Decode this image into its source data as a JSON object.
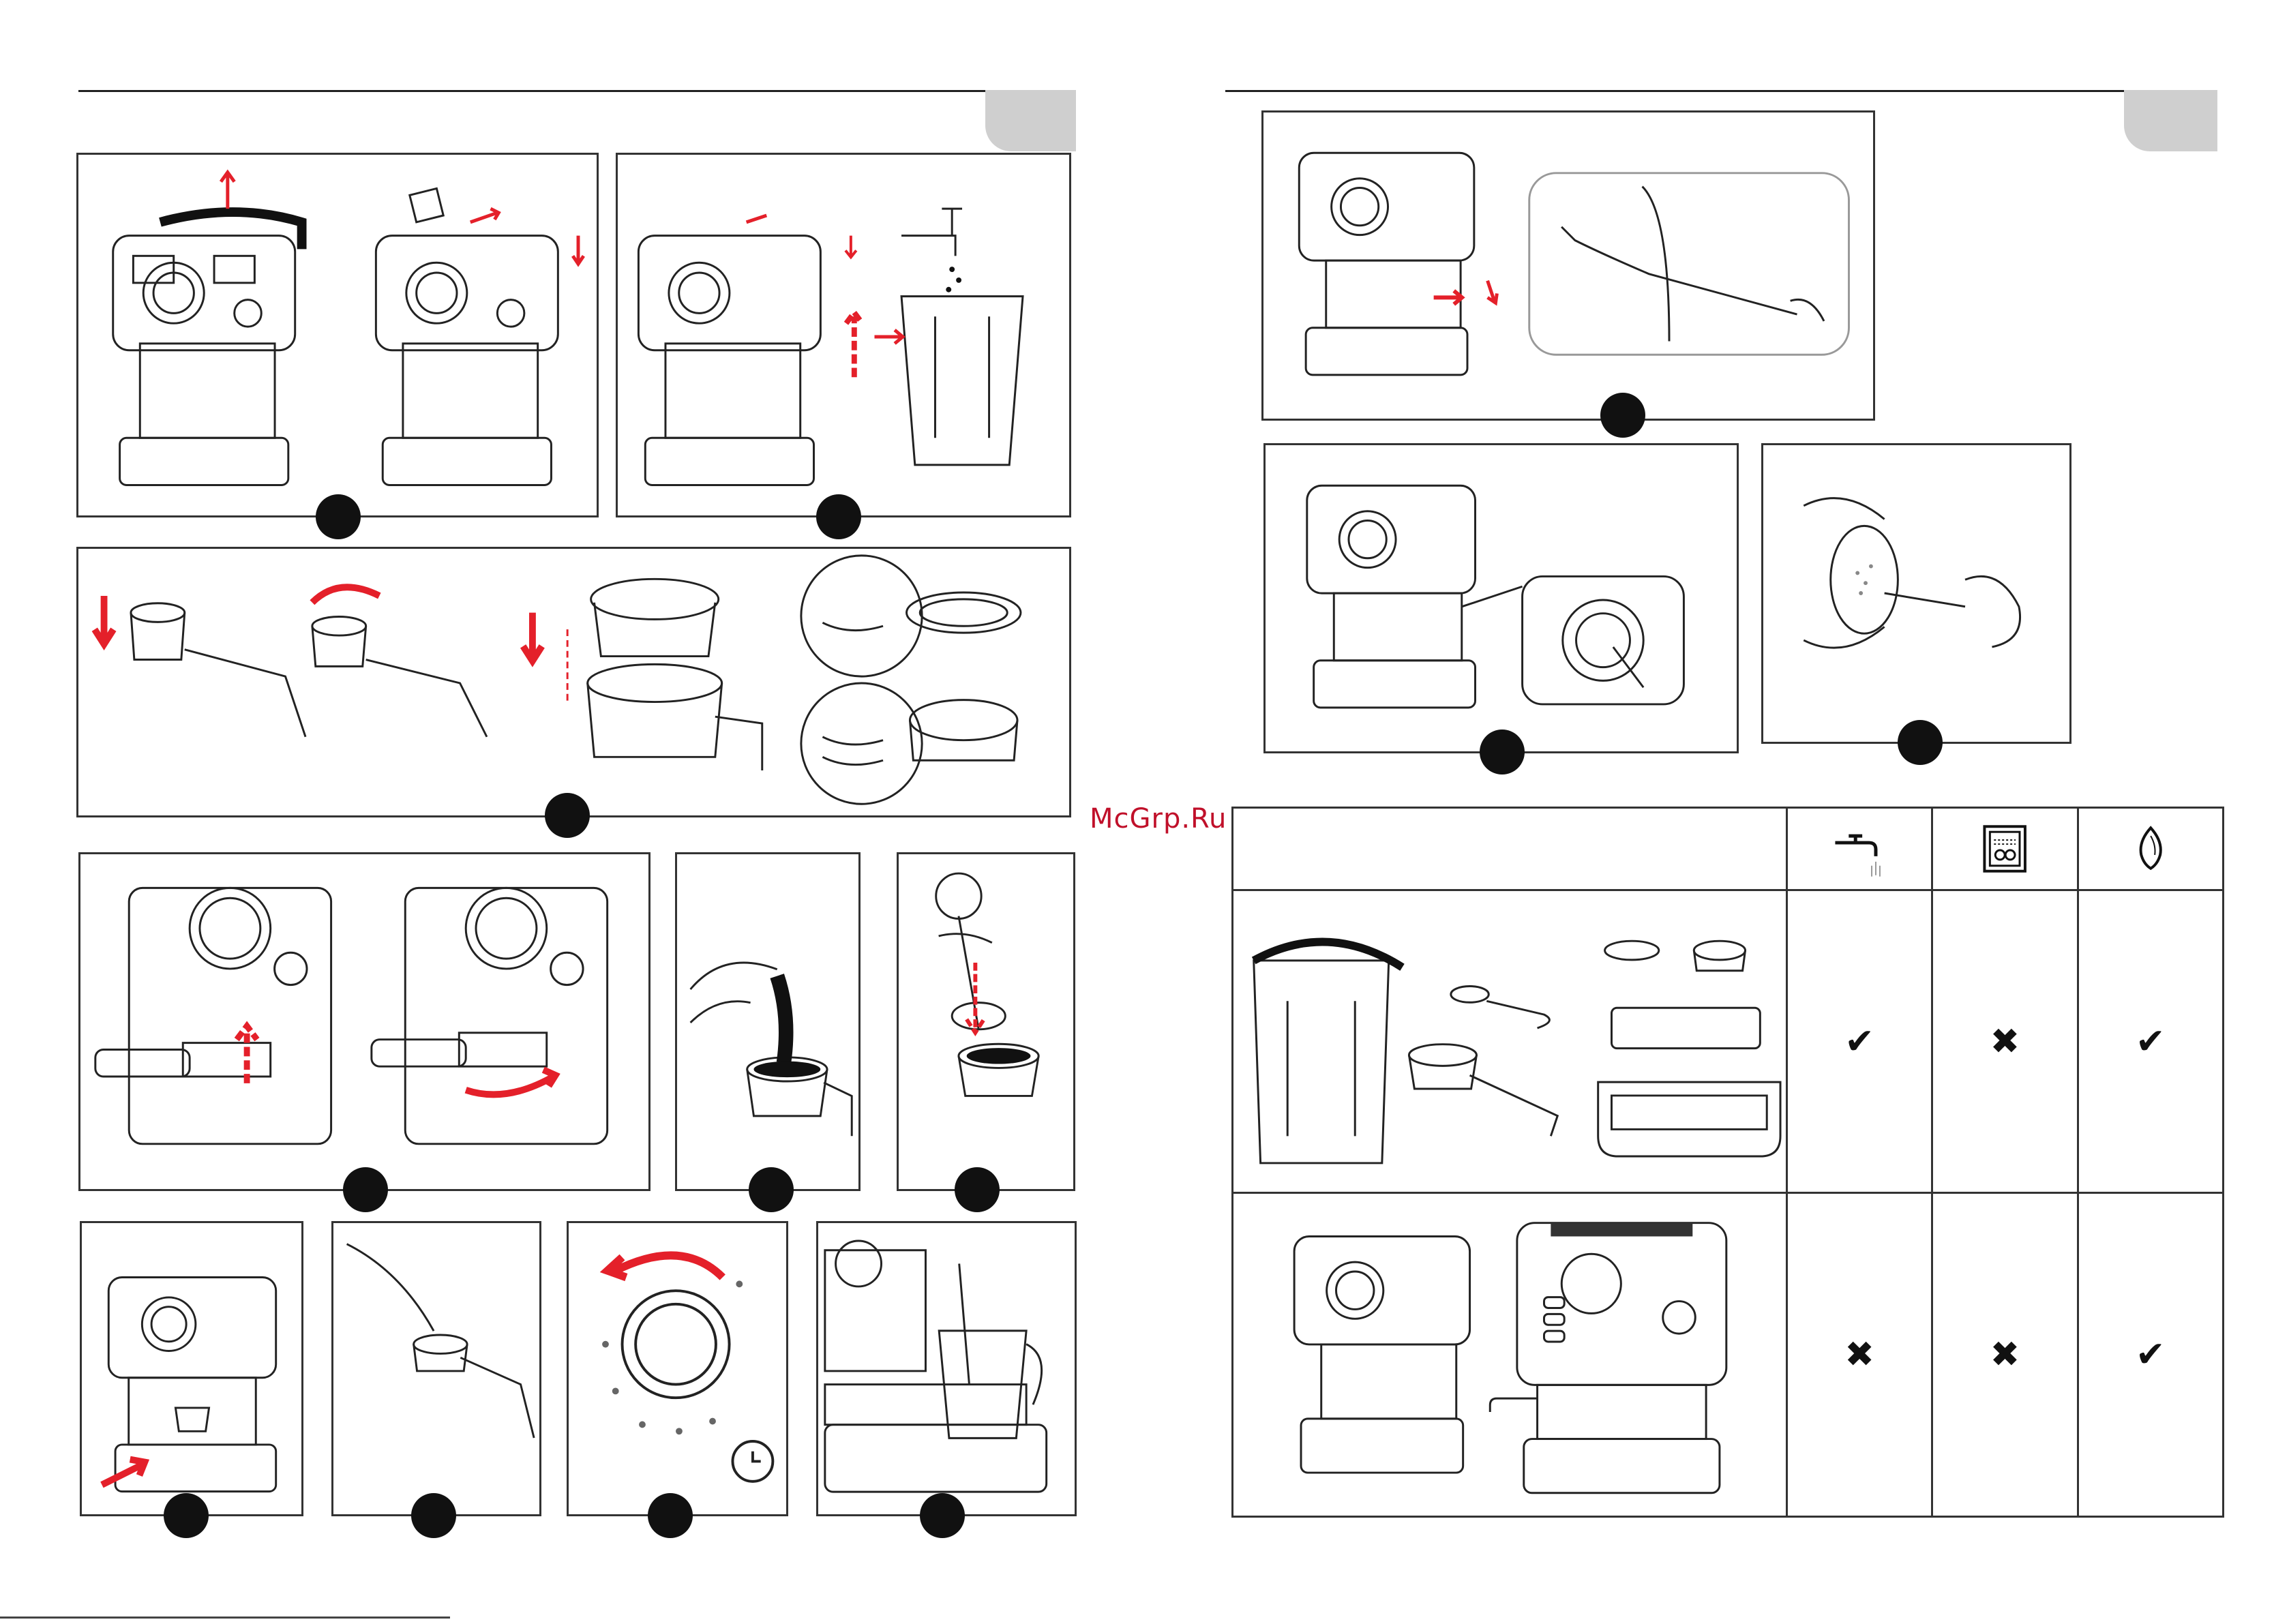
{
  "watermark": "McGrp.Ru",
  "care_table": {
    "columns": [
      {
        "icon": "tap-water-icon"
      },
      {
        "icon": "dishwasher-icon"
      },
      {
        "icon": "wipe-cloth-icon"
      }
    ],
    "rows": [
      {
        "parts": "removable-parts-illustration",
        "marks": [
          "✔",
          "✖",
          "✔"
        ]
      },
      {
        "parts": "machine-body-illustration",
        "marks": [
          "✖",
          "✖",
          "✔"
        ]
      }
    ]
  },
  "colors": {
    "accent": "#e4202a",
    "line": "#333333",
    "tab": "#cfcfcf"
  }
}
